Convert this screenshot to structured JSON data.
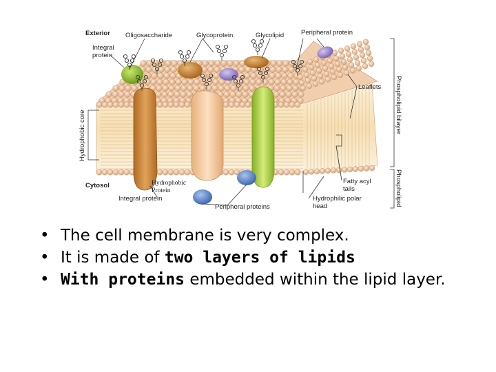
{
  "diagram": {
    "labels": {
      "exterior": "Exterior",
      "oligosaccharide": "Oligosaccharide",
      "glycoprotein": "Glycoprotein",
      "glycolipid": "Glycolipid",
      "peripheral_protein": "Peripheral protein",
      "integral_protein_line1": "Integral",
      "integral_protein_line2": "protein",
      "leaflets": "Leaflets",
      "phospholipid_bilayer": "Phospholipid bilayer",
      "hydrophobic_core": "Hydrophobic core",
      "hydrophobic_protein_line1": "Hydrophobic",
      "hydrophobic_protein_line2": "Protein",
      "cytosol": "Cytosol",
      "integral_protein_bottom": "Integral protein",
      "peripheral_proteins": "Peripheral proteins",
      "fatty_acyl_line1": "Fatty acyl",
      "fatty_acyl_line2": "tails",
      "hydrophilic_line1": "Hydrophilic polar",
      "hydrophilic_line2": "head",
      "phospholipid": "Phospholipid"
    },
    "colors": {
      "head_light": "#f3d6b8",
      "head_dark": "#d9a77e",
      "tail": "#e7c58e",
      "protein_orange": "#cf8a3c",
      "protein_peach": "#f2c49a",
      "protein_green": "#a6cf3e",
      "protein_blue": "#5a86c8",
      "protein_purple": "#9f8ad0"
    }
  },
  "bullets": [
    {
      "parts": [
        {
          "text": "The cell membrane is very complex.",
          "bold": false
        }
      ]
    },
    {
      "parts": [
        {
          "text": "It is made of ",
          "bold": false
        },
        {
          "text": "two layers of lipids",
          "bold": true
        }
      ]
    },
    {
      "parts": [
        {
          "text": "With proteins",
          "bold": true
        },
        {
          "text": " embedded within the  lipid layer.",
          "bold": false
        }
      ]
    }
  ],
  "bullet_char": "•"
}
